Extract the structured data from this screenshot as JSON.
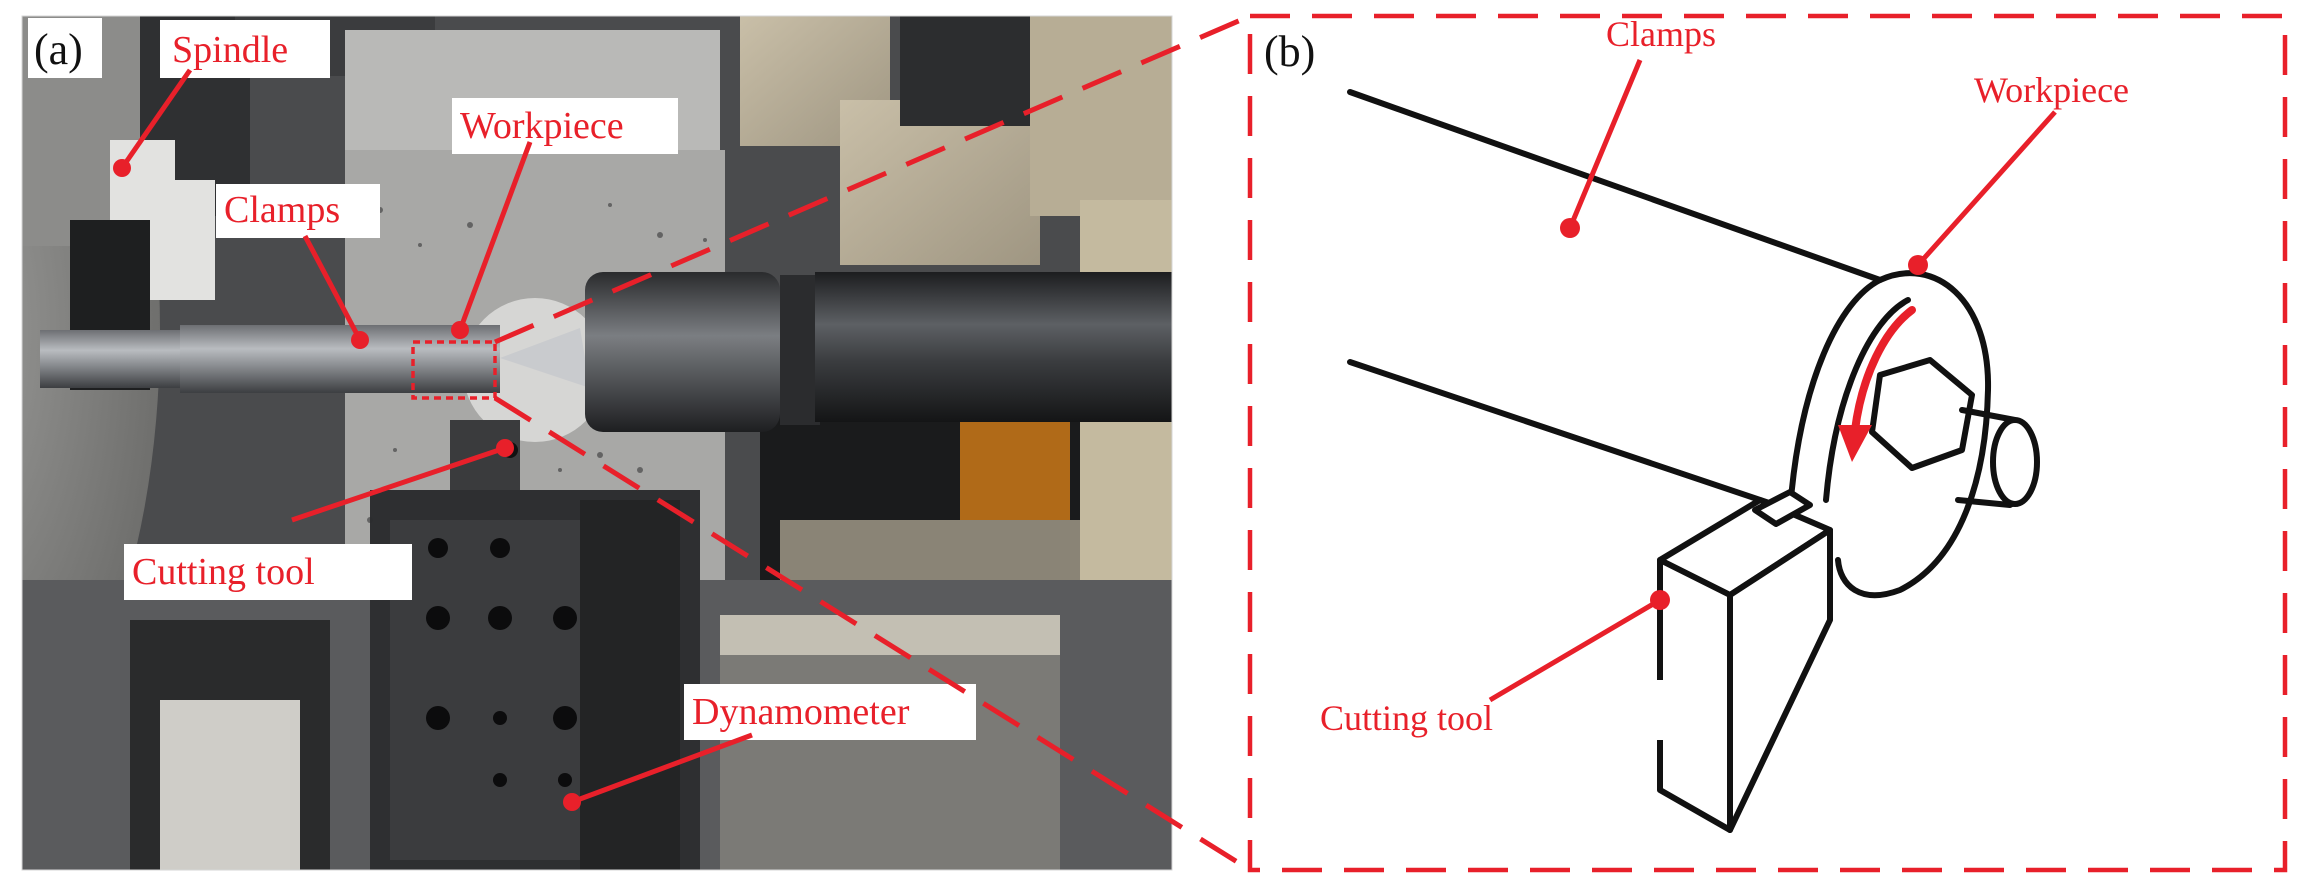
{
  "panel_a": {
    "tag": "(a)",
    "labels": {
      "spindle": "Spindle",
      "workpiece": "Workpiece",
      "clamps": "Clamps",
      "cutting_tool": "Cutting tool",
      "dynamometer": "Dynamometer"
    }
  },
  "panel_b": {
    "tag": "(b)",
    "labels": {
      "clamps": "Clamps",
      "workpiece": "Workpiece",
      "cutting_tool": "Cutting tool"
    }
  },
  "colors": {
    "annotation": "#e8202a",
    "outline": "#111111",
    "background": "#ffffff"
  }
}
